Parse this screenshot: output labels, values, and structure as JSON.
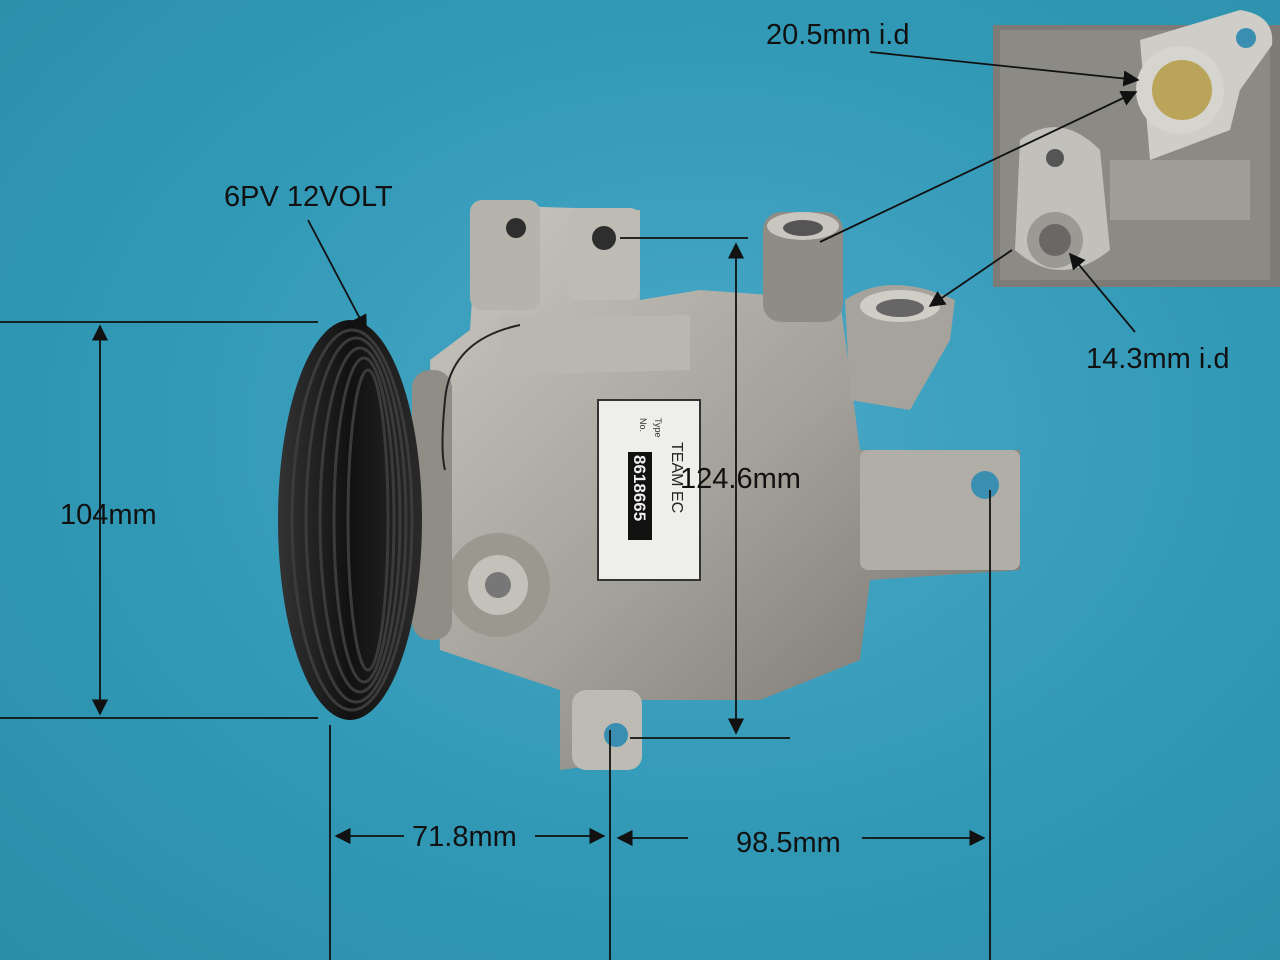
{
  "colors": {
    "background": "#2f96b1",
    "body": "#a9a79f",
    "pulley": "#151515",
    "annotation": "#111111"
  },
  "annotations": {
    "belt": "6PV 12VOLT",
    "pulley_diameter": "104mm",
    "height": "124.6mm",
    "mount_a": "71.8mm",
    "mount_b": "98.5mm",
    "suction_port": "20.5mm i.d",
    "discharge_port": "14.3mm i.d"
  },
  "label_plate": {
    "brand": "TEAM EC",
    "part_number": "8618665",
    "type_label": "Type",
    "no_label": "No."
  }
}
